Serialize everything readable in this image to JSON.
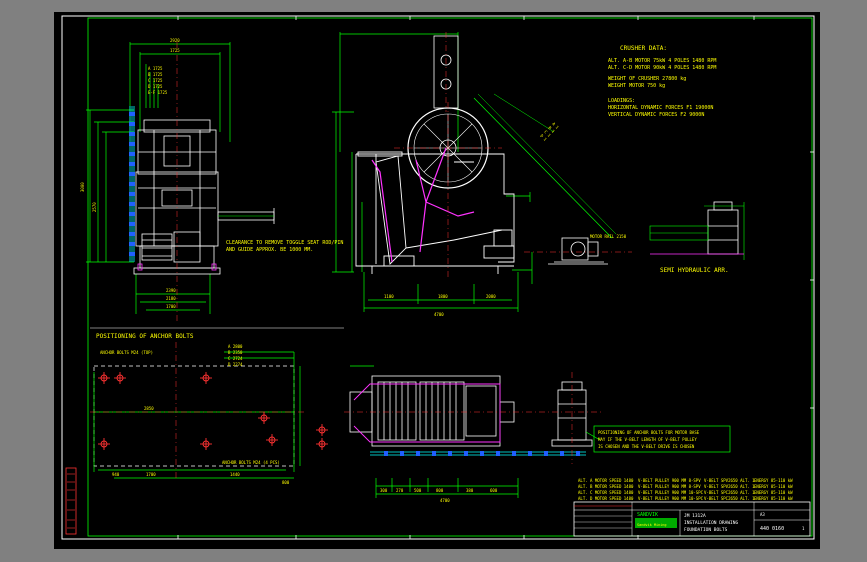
{
  "crusher_data": {
    "heading": "CRUSHER DATA:",
    "lines": [
      "ALT. A-B MOTOR 75kW 4 POLES 1480 RPM",
      "ALT. C-D MOTOR 90kW 4 POLES 1480 RPM",
      "WEIGHT OF CRUSHER 27800 kg",
      "WEIGHT MOTOR 750 kg",
      "LOADINGS:",
      "HORIZONTAL DYNAMIC FORCES  F1 19000N",
      "VERTICAL DYNAMIC FORCES    F2 9000N"
    ]
  },
  "clearance_note": [
    "CLEARANCE TO REMOVE TOGGLE SEAT ROD/PIN",
    "AND GUIDE APPROX. BE 1000 MM."
  ],
  "semi_hydraulic_label": "SEMI HYDRAULIC ARR.",
  "anchor_section_title": "POSITIONING OF ANCHOR BOLTS",
  "anchor_bolts_label": "ANCHOR BOLTS M24 (TOP)",
  "anchor_bolts_label2": "ANCHOR BOLTS M24 (4 PCS)",
  "alt_labels_anchor": [
    "A 2800",
    "B 2350",
    "C 2724",
    "D 2274"
  ],
  "alt_labels_front": [
    "A 1725",
    "B 1725",
    "C 1725",
    "D 1725",
    "E-F 1725"
  ],
  "alt_labels_side": [
    "A 1",
    "B 1",
    "C 1",
    "D 1"
  ],
  "foundation_note": [
    "POSITIONING OF ANCHOR BOLTS FOR MOTOR BASE",
    "MAY IF THE V-BELT LENGTH OF V-BELT PULLEY",
    "IS CHOSEN AND THE V-BELT DRIVE IS CHOSEN"
  ],
  "motor_rail_label": "MOTOR RAIL 2150",
  "belt_specs": [
    [
      "ALT. A MOTOR SPEED 1480",
      "V-BELT PULLEY 900 MM 8-SPV",
      "V-BELT SPV2650 ALT. 1",
      "ENERGY 85-110 kW"
    ],
    [
      "ALT. B MOTOR SPEED 1480",
      "V-BELT PULLEY 900 MM 8-SPV",
      "V-BELT SPV2650 ALT. 1",
      "ENERGY 85-110 kW"
    ],
    [
      "ALT. C MOTOR SPEED 1480",
      "V-BELT PULLEY 900 MM 10-SPC",
      "V-BELT SPC2650 ALT. 1",
      "ENERGY 85-110 kW"
    ],
    [
      "ALT. D MOTOR SPEED 1480",
      "V-BELT PULLEY 900 MM 10-SPC",
      "V-BELT SPC2650 ALT. 1",
      "ENERGY 85-110 kW"
    ]
  ],
  "title_block": {
    "company": "SANDVIK",
    "sub": "Sandvik Mining",
    "title_lines": [
      "JM 1312A",
      "INSTALLATION DRAWING",
      "FOUNDATION BOLTS"
    ],
    "drawing_no": "440 0160",
    "sheet": "1",
    "rev": "A3"
  },
  "dims": {
    "front_top": [
      "2920",
      "1725"
    ],
    "front_side": [
      "3000",
      "2570"
    ],
    "front_bottom": [
      "2390",
      "2180",
      "1700"
    ],
    "side_bottom": [
      "1100",
      "1800",
      "2080",
      "4700"
    ],
    "anchor_mid": "2850",
    "anchor_bottom": [
      "940",
      "1700",
      "1440",
      "800"
    ],
    "plan_bottom": [
      "300",
      "270",
      "500",
      "800",
      "380",
      "600",
      "4700"
    ]
  },
  "colors": {
    "sheet_bg": "#000000",
    "frame": "#00ff00",
    "drawing": "#ffffff",
    "dimension": "#00ff00",
    "text": "#ffff00",
    "centerline": "#ff2020",
    "highlight": "#ff3bff",
    "hatch": "#00ffff",
    "fill": "#2060ff"
  }
}
